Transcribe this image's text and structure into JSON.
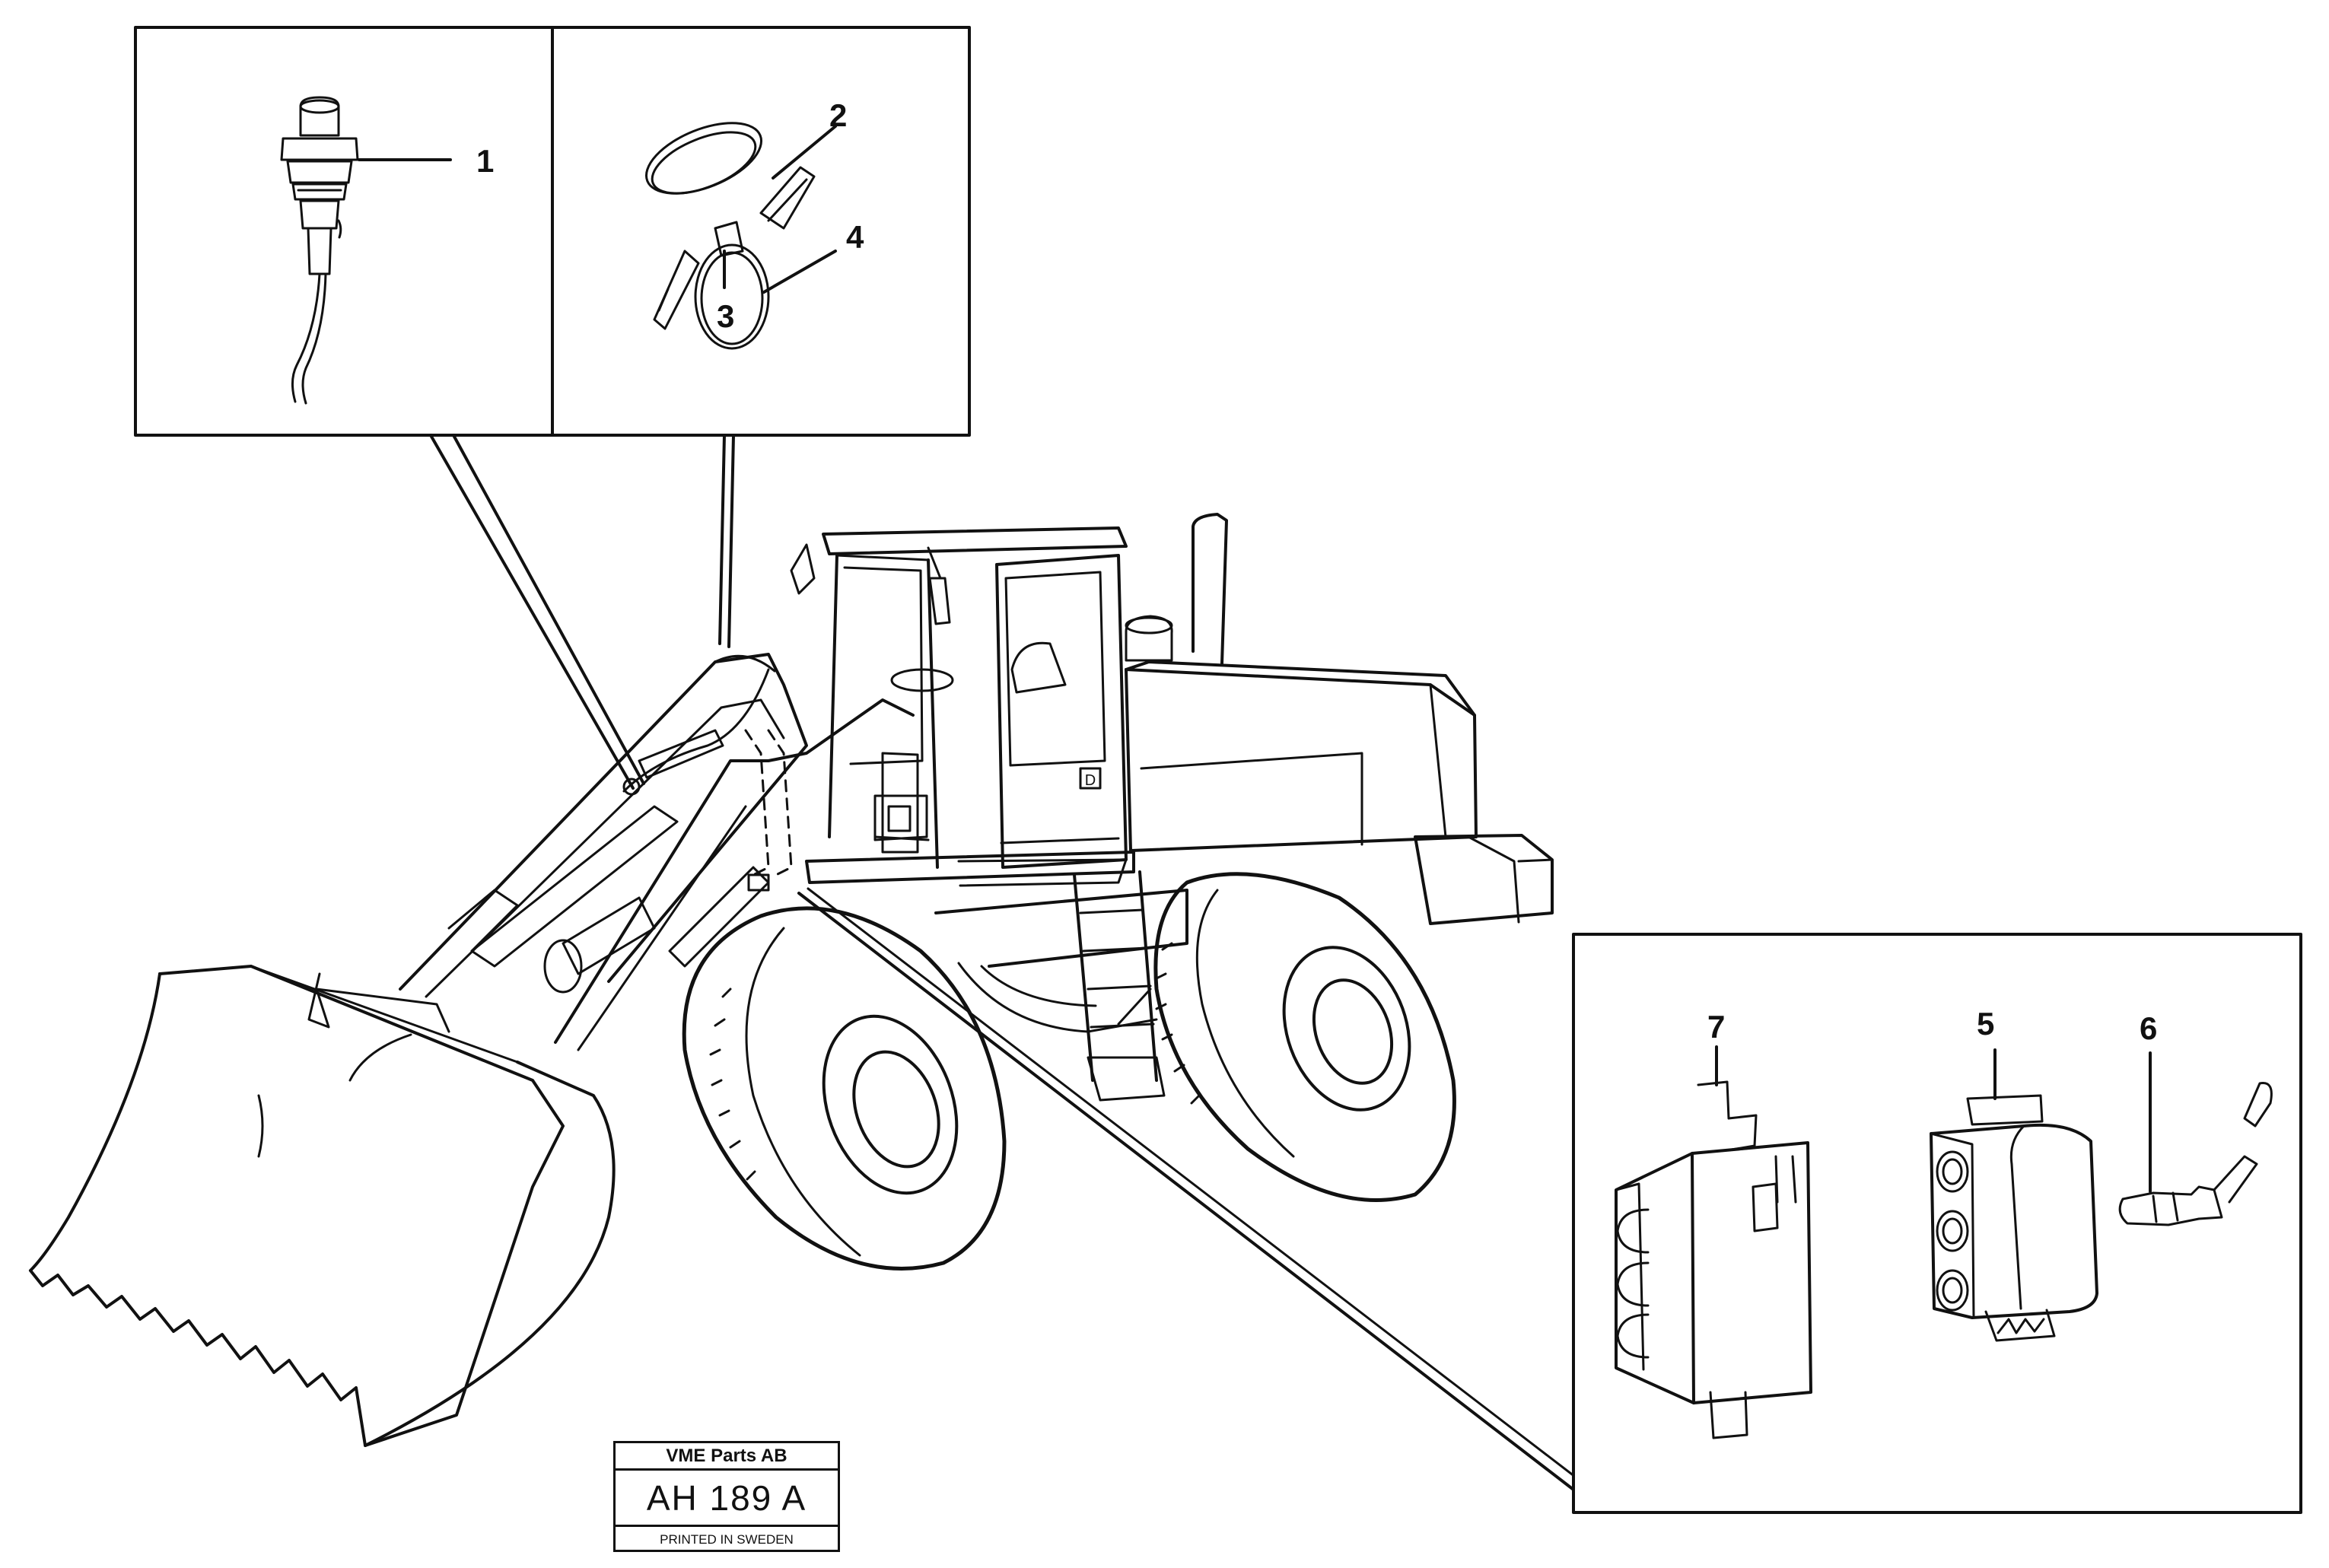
{
  "callouts": {
    "c1": "1",
    "c2": "2",
    "c3": "3",
    "c4": "4",
    "c5": "5",
    "c6": "6",
    "c7": "7"
  },
  "title_block": {
    "company": "VME Parts AB",
    "code": "AH 189 A",
    "printed": "PRINTED IN SWEDEN"
  },
  "cab_badge": "D"
}
